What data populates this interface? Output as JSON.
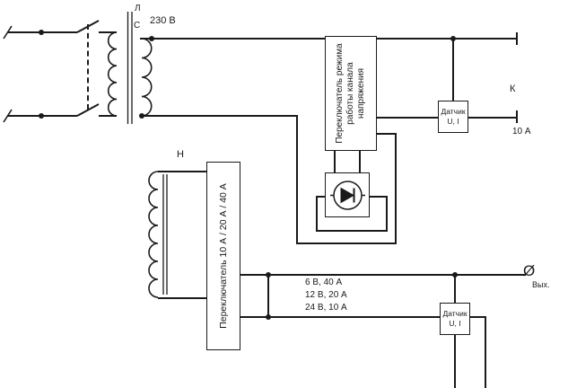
{
  "transformer": {
    "primary_label": "Л",
    "secondary_label": "С",
    "voltage": "230 В"
  },
  "winding_h": {
    "label": "Н"
  },
  "current_switch": {
    "label": "Переключатель 10 А / 20 А / 40 А"
  },
  "mode_switch": {
    "label": "Переключатель режима работы канала напряжения"
  },
  "sensor_top": {
    "title": "Датчик",
    "subtitle": "U, I"
  },
  "sensor_bottom": {
    "title": "Датчик",
    "subtitle": "U, I"
  },
  "labels": {
    "k_terminal": "К",
    "k_current": "10 А",
    "out_option_1": "6 В, 40 А",
    "out_option_2": "12 В, 20 А",
    "out_option_3": "24 В, 10 А",
    "output_symbol": "Ø",
    "output_name": "Вых."
  },
  "colors": {
    "line": "#1a1a1a",
    "background": "#ffffff"
  }
}
